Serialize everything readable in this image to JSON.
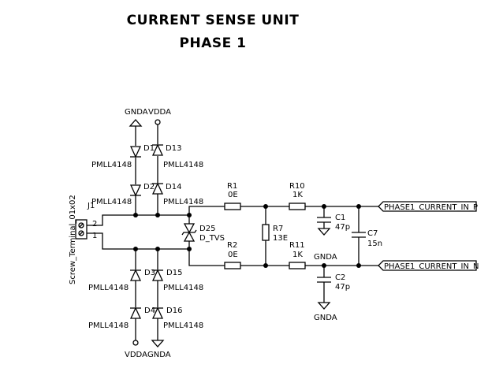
{
  "title": {
    "line1": "CURRENT SENSE UNIT",
    "line2": "PHASE 1"
  },
  "connector": {
    "ref": "J1",
    "value": "Screw_Terminal_01x02",
    "pin1": "1",
    "pin2": "2"
  },
  "diodes": {
    "D1": {
      "ref": "D1",
      "value": "PMLL4148"
    },
    "D2": {
      "ref": "D2",
      "value": "PMLL4148"
    },
    "D3": {
      "ref": "D3",
      "value": "PMLL4148"
    },
    "D4": {
      "ref": "D4",
      "value": "PMLL4148"
    },
    "D13": {
      "ref": "D13",
      "value": "PMLL4148"
    },
    "D14": {
      "ref": "D14",
      "value": "PMLL4148"
    },
    "D15": {
      "ref": "D15",
      "value": "PMLL4148"
    },
    "D16": {
      "ref": "D16",
      "value": "PMLL4148"
    }
  },
  "tvs": {
    "ref": "D25",
    "value": "D_TVS"
  },
  "resistors": {
    "R1": {
      "ref": "R1",
      "value": "0E"
    },
    "R2": {
      "ref": "R2",
      "value": "0E"
    },
    "R7": {
      "ref": "R7",
      "value": "13E"
    },
    "R10": {
      "ref": "R10",
      "value": "1K"
    },
    "R11": {
      "ref": "R11",
      "value": "1K"
    }
  },
  "capacitors": {
    "C1": {
      "ref": "C1",
      "value": "47p"
    },
    "C2": {
      "ref": "C2",
      "value": "47p"
    },
    "C7": {
      "ref": "C7",
      "value": "15n"
    }
  },
  "power": {
    "gnda_top": "GNDA",
    "vdda_top": "VDDA",
    "vdda_bottom": "VDDA",
    "gnda_bottom": "GNDA",
    "gnda_c1": "GNDA",
    "gnda_c2": "GNDA"
  },
  "labels": {
    "out_p": "PHASE1_CURRENT_IN_P",
    "out_n": "PHASE1_CURRENT_IN_N"
  }
}
